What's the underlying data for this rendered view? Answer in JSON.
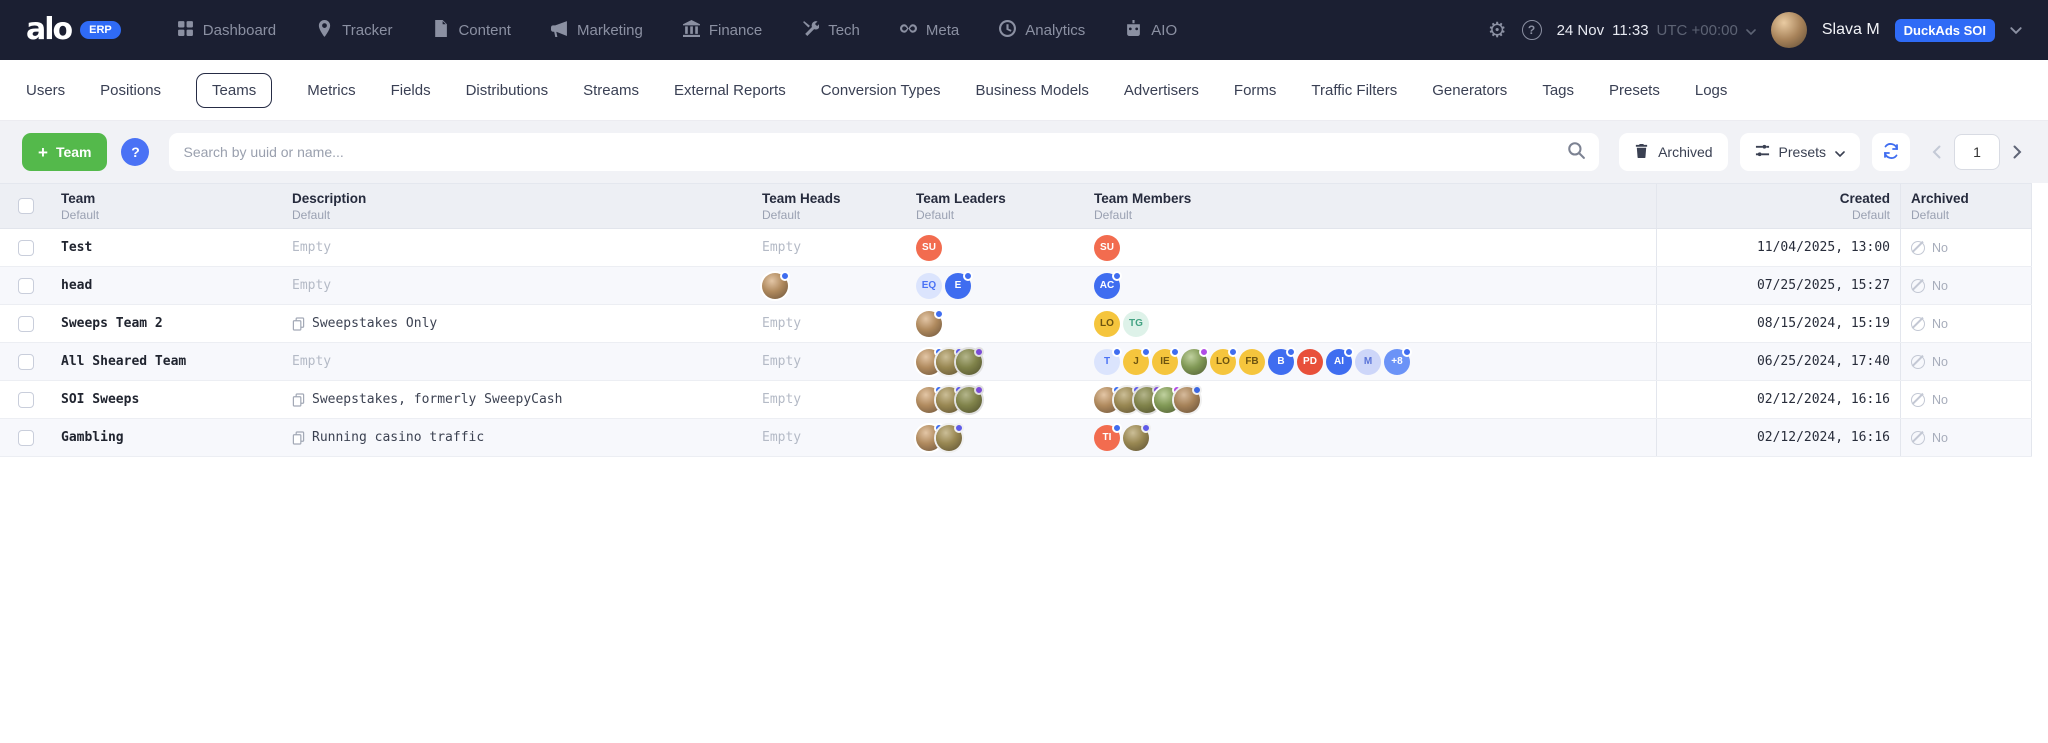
{
  "glyphs": {
    "plus": "+",
    "help": "?",
    "gear": "⚙"
  },
  "topbar": {
    "logo": "alo",
    "logo_badge": "ERP",
    "nav": [
      {
        "label": "Dashboard"
      },
      {
        "label": "Tracker"
      },
      {
        "label": "Content"
      },
      {
        "label": "Marketing"
      },
      {
        "label": "Finance"
      },
      {
        "label": "Tech"
      },
      {
        "label": "Meta"
      },
      {
        "label": "Analytics"
      },
      {
        "label": "AIO"
      }
    ],
    "datetime": {
      "date": "24 Nov",
      "time": "11:33",
      "tz": "UTC +00:00"
    },
    "user": {
      "name": "Slava M",
      "badge": "DuckAds SOI"
    }
  },
  "tabs": {
    "items": [
      "Users",
      "Positions",
      "Teams",
      "Metrics",
      "Fields",
      "Distributions",
      "Streams",
      "External Reports",
      "Conversion Types",
      "Business Models",
      "Advertisers",
      "Forms",
      "Traffic Filters",
      "Generators",
      "Tags",
      "Presets",
      "Logs"
    ],
    "active": "Teams"
  },
  "toolbar": {
    "add_button": "Team",
    "search_placeholder": "Search by uuid or name...",
    "archived_button": "Archived",
    "presets_button": "Presets",
    "page": "1"
  },
  "table": {
    "empty_label": "Empty",
    "columns": [
      {
        "title": "Team",
        "subtitle": "Default"
      },
      {
        "title": "Description",
        "subtitle": "Default"
      },
      {
        "title": "Team Heads",
        "subtitle": "Default"
      },
      {
        "title": "Team Leaders",
        "subtitle": "Default"
      },
      {
        "title": "Team Members",
        "subtitle": "Default"
      },
      {
        "title": "Created",
        "subtitle": "Default"
      },
      {
        "title": "Archived",
        "subtitle": "Default"
      }
    ],
    "rows": [
      {
        "team": "Test",
        "created": "11/04/2025, 13:00",
        "archived": "No",
        "leaders": [
          {
            "label": "SU",
            "bg": "#f26c4f",
            "fg": "#ffffff",
            "dot": false
          }
        ],
        "members": [
          {
            "label": "SU",
            "bg": "#f26c4f",
            "fg": "#ffffff",
            "dot": false
          }
        ]
      },
      {
        "team": "head",
        "created": "07/25/2025, 15:27",
        "archived": "No",
        "heads": [
          {
            "photo": true,
            "dot": true
          }
        ],
        "leaders": [
          {
            "label": "EQ",
            "bg": "#dbe4fd",
            "fg": "#4a72f5",
            "dot": false
          },
          {
            "label": "E",
            "bg": "#3f6df0",
            "fg": "#ffffff",
            "dot": true
          }
        ],
        "members": [
          {
            "label": "AC",
            "bg": "#3f6df0",
            "fg": "#ffffff",
            "dot": true
          }
        ]
      },
      {
        "team": "Sweeps Team 2",
        "description": "Sweepstakes Only",
        "created": "08/15/2024, 15:19",
        "archived": "No",
        "leaders": [
          {
            "photo": true,
            "dot": true
          }
        ],
        "members": [
          {
            "label": "LO",
            "bg": "#f5c53d",
            "fg": "#6d5410",
            "dot": false
          },
          {
            "label": "TG",
            "bg": "#def2e9",
            "fg": "#43a383",
            "dot": false
          }
        ]
      },
      {
        "team": "All Sheared Team",
        "created": "06/25/2024, 17:40",
        "archived": "No",
        "leaders": [
          {
            "photo": true,
            "dot": true
          },
          {
            "photo": true,
            "dot": true
          },
          {
            "photo": true,
            "dot": true
          }
        ],
        "members": [
          {
            "label": "T",
            "bg": "#dbe4fd",
            "fg": "#4a72f5",
            "dot": true
          },
          {
            "label": "J",
            "bg": "#f5c53d",
            "fg": "#6d5410",
            "dot": true
          },
          {
            "label": "IE",
            "bg": "#f5c53d",
            "fg": "#6d5410",
            "dot": true
          },
          {
            "photo": true,
            "dot": true
          },
          {
            "label": "LO",
            "bg": "#f5c53d",
            "fg": "#6d5410",
            "dot": true
          },
          {
            "label": "FB",
            "bg": "#f5c53d",
            "fg": "#6d5410",
            "dot": false
          },
          {
            "label": "B",
            "bg": "#3f6df0",
            "fg": "#ffffff",
            "dot": true
          },
          {
            "label": "PD",
            "bg": "#e8503a",
            "fg": "#ffffff",
            "dot": false
          },
          {
            "label": "AI",
            "bg": "#3f6df0",
            "fg": "#ffffff",
            "dot": true
          },
          {
            "label": "M",
            "bg": "#cdd6f9",
            "fg": "#5a74d8",
            "dot": false
          },
          {
            "label": "+8",
            "bg": "#6b93f7",
            "fg": "#ffffff",
            "dot": true
          }
        ]
      },
      {
        "team": "SOI Sweeps",
        "description": "Sweepstakes, formerly SweepyCash",
        "created": "02/12/2024, 16:16",
        "archived": "No",
        "leaders": [
          {
            "photo": true,
            "dot": true
          },
          {
            "photo": true,
            "dot": true
          },
          {
            "photo": true,
            "dot": true
          }
        ],
        "members": [
          {
            "photo": true,
            "dot": true
          },
          {
            "photo": true,
            "dot": true
          },
          {
            "photo": true,
            "dot": true
          },
          {
            "photo": true,
            "dot": true
          },
          {
            "photo": true,
            "dot": true
          }
        ]
      },
      {
        "team": "Gambling",
        "description": "Running casino traffic",
        "created": "02/12/2024, 16:16",
        "archived": "No",
        "leaders": [
          {
            "photo": true,
            "dot": true
          },
          {
            "photo": true,
            "dot": true
          }
        ],
        "members": [
          {
            "label": "TI",
            "bg": "#f26c4f",
            "fg": "#ffffff",
            "dot": true
          },
          {
            "photo": true,
            "dot": true
          }
        ]
      }
    ]
  }
}
